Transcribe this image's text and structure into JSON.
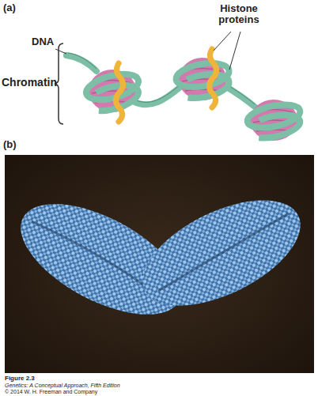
{
  "diagram": {
    "caption": "Figure 2.3",
    "labels": [
      "(a)",
      "Histone proteins",
      "DNA",
      "Chromatin",
      "(b)",
      "Genetics: A Conceptual Approach, Fifth Edition",
      "© 2014 W. H. Freeman and Company"
    ]
  }
}
